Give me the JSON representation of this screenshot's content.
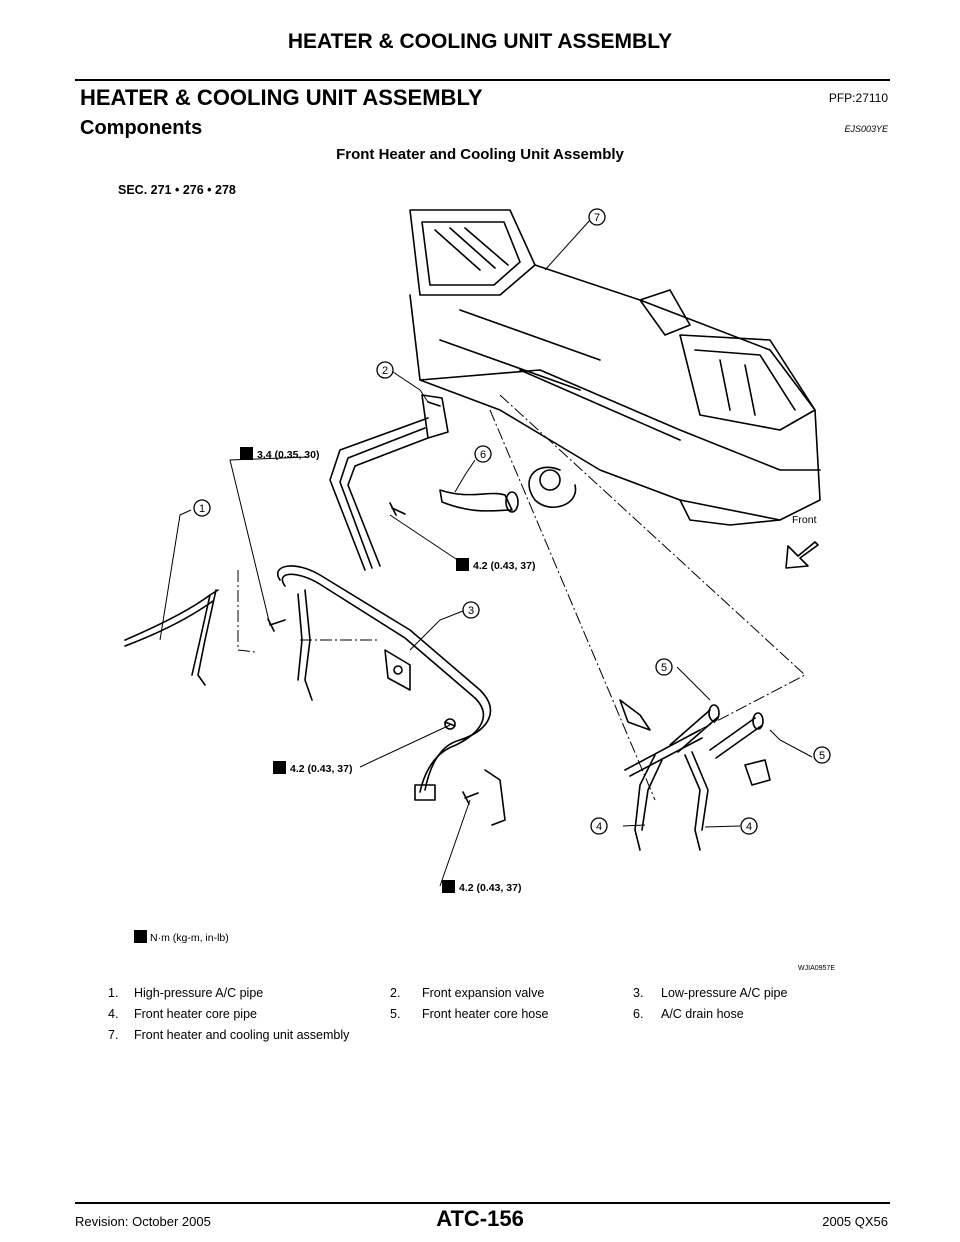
{
  "page_header": {
    "title": "HEATER & COOLING UNIT ASSEMBLY"
  },
  "section": {
    "title": "HEATER & COOLING UNIT ASSEMBLY",
    "code": "PFP:27110"
  },
  "subsection": {
    "title": "Components",
    "code": "EJS003YE"
  },
  "figure": {
    "title": "Front Heater and Cooling Unit Assembly",
    "section_label": "SEC. 271 • 276 • 278",
    "torque_values": [
      "3.4 (0.35, 30)",
      "4.2 (0.43, 37)",
      "4.2 (0.43, 37)",
      "4.2 (0.43, 37)"
    ],
    "torque_unit": "N·m (kg-m, in-lb)",
    "front_label": "Front",
    "figure_id": "WJIA0957E",
    "callouts": [
      "1",
      "2",
      "3",
      "4",
      "4",
      "5",
      "5",
      "6",
      "7"
    ]
  },
  "legend": [
    [
      "1.",
      "High-pressure A/C pipe",
      "2.",
      "Front expansion valve",
      "3.",
      "Low-pressure A/C pipe"
    ],
    [
      "4.",
      "Front heater core pipe",
      "5.",
      "Front heater core hose",
      "6.",
      "A/C drain hose"
    ],
    [
      "7.",
      "Front heater and cooling unit assembly"
    ]
  ],
  "footer": {
    "revision": "Revision: October 2005",
    "page": "ATC-156",
    "model": "2005 QX56"
  }
}
